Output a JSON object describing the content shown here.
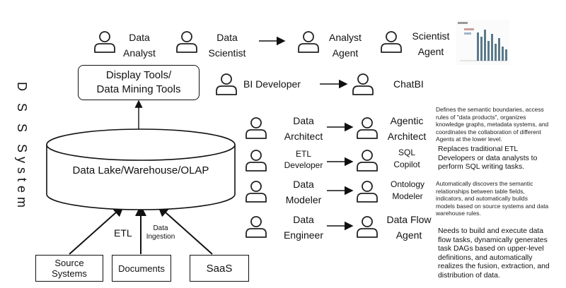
{
  "side_label": "D S S System",
  "top_roles": {
    "data_analyst": [
      "Data",
      "Analyst"
    ],
    "data_scientist": [
      "Data",
      "Scientist"
    ],
    "analyst_agent": [
      "Analyst",
      "Agent"
    ],
    "scientist_agent": [
      "Scientist",
      "Agent"
    ]
  },
  "display_tools": [
    "Display Tools/",
    "Data Mining Tools"
  ],
  "bi_developer": "BI Developer",
  "chatbi": "ChatBI",
  "warehouse": "Data Lake/Warehouse/OLAP",
  "flow_labels": {
    "etl": "ETL",
    "ingestion": [
      "Data",
      "Ingestion"
    ]
  },
  "sources": {
    "source_systems": [
      "Source",
      "Systems"
    ],
    "documents": "Documents",
    "saas": "SaaS"
  },
  "transitions": [
    {
      "from": [
        "Data",
        "Architect"
      ],
      "to": [
        "Agentic",
        "Architect"
      ],
      "desc": [
        "Defines the semantic boundaries, access",
        "rules of \"data products\", organizes",
        "knowledge graphs, metadata systems, and",
        "coordinates the collaboration of different",
        "Agents at the lower level."
      ]
    },
    {
      "from": [
        "ETL",
        "Developer"
      ],
      "to": [
        "SQL",
        "Copilot"
      ],
      "desc": [
        "Replaces traditional ETL",
        "Developers or data analysts to",
        "perform SQL writing tasks."
      ]
    },
    {
      "from": [
        "Data",
        "Modeler"
      ],
      "to": [
        "Ontology",
        "Modeler"
      ],
      "desc": [
        "Automatically discovers the semantic",
        "relationships between table fields,",
        "indicators, and automatically builds",
        "models based on source systems and data",
        "warehouse rules."
      ]
    },
    {
      "from": [
        "Data",
        "Engineer"
      ],
      "to": [
        "Data Flow",
        "Agent"
      ],
      "desc": [
        "Needs to build and execute data",
        "flow tasks, dynamically generates",
        "task DAGs based on upper-level",
        "definitions, and automatically",
        "realizes the fusion, extraction, and",
        "distribution of data."
      ]
    }
  ]
}
